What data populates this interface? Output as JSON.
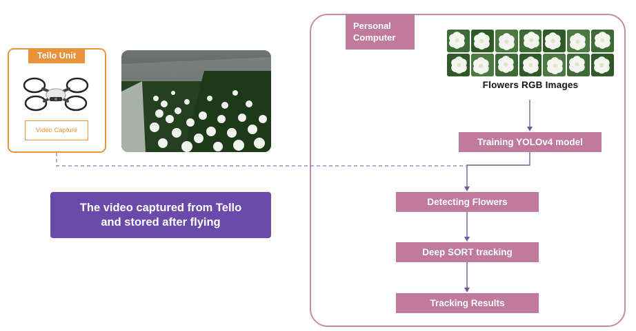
{
  "tello": {
    "label": "Tello Unit",
    "capture_label": "Video Capture",
    "accent": "#e8923a"
  },
  "caption": {
    "line1": "The video captured from Tello",
    "line2": "and  stored after flying",
    "color": "#6a4aab"
  },
  "pc": {
    "label_line1": "Personal",
    "label_line2": "Computer",
    "images_label": "Flowers RGB Images",
    "border_color": "#c58aa7"
  },
  "steps": {
    "training": "Training YOLOv4 model",
    "detecting": "Detecting Flowers",
    "tracking": "Deep SORT tracking",
    "results": "Tracking Results",
    "color": "#c07b9c"
  },
  "connector_color": "#6a5aa8"
}
